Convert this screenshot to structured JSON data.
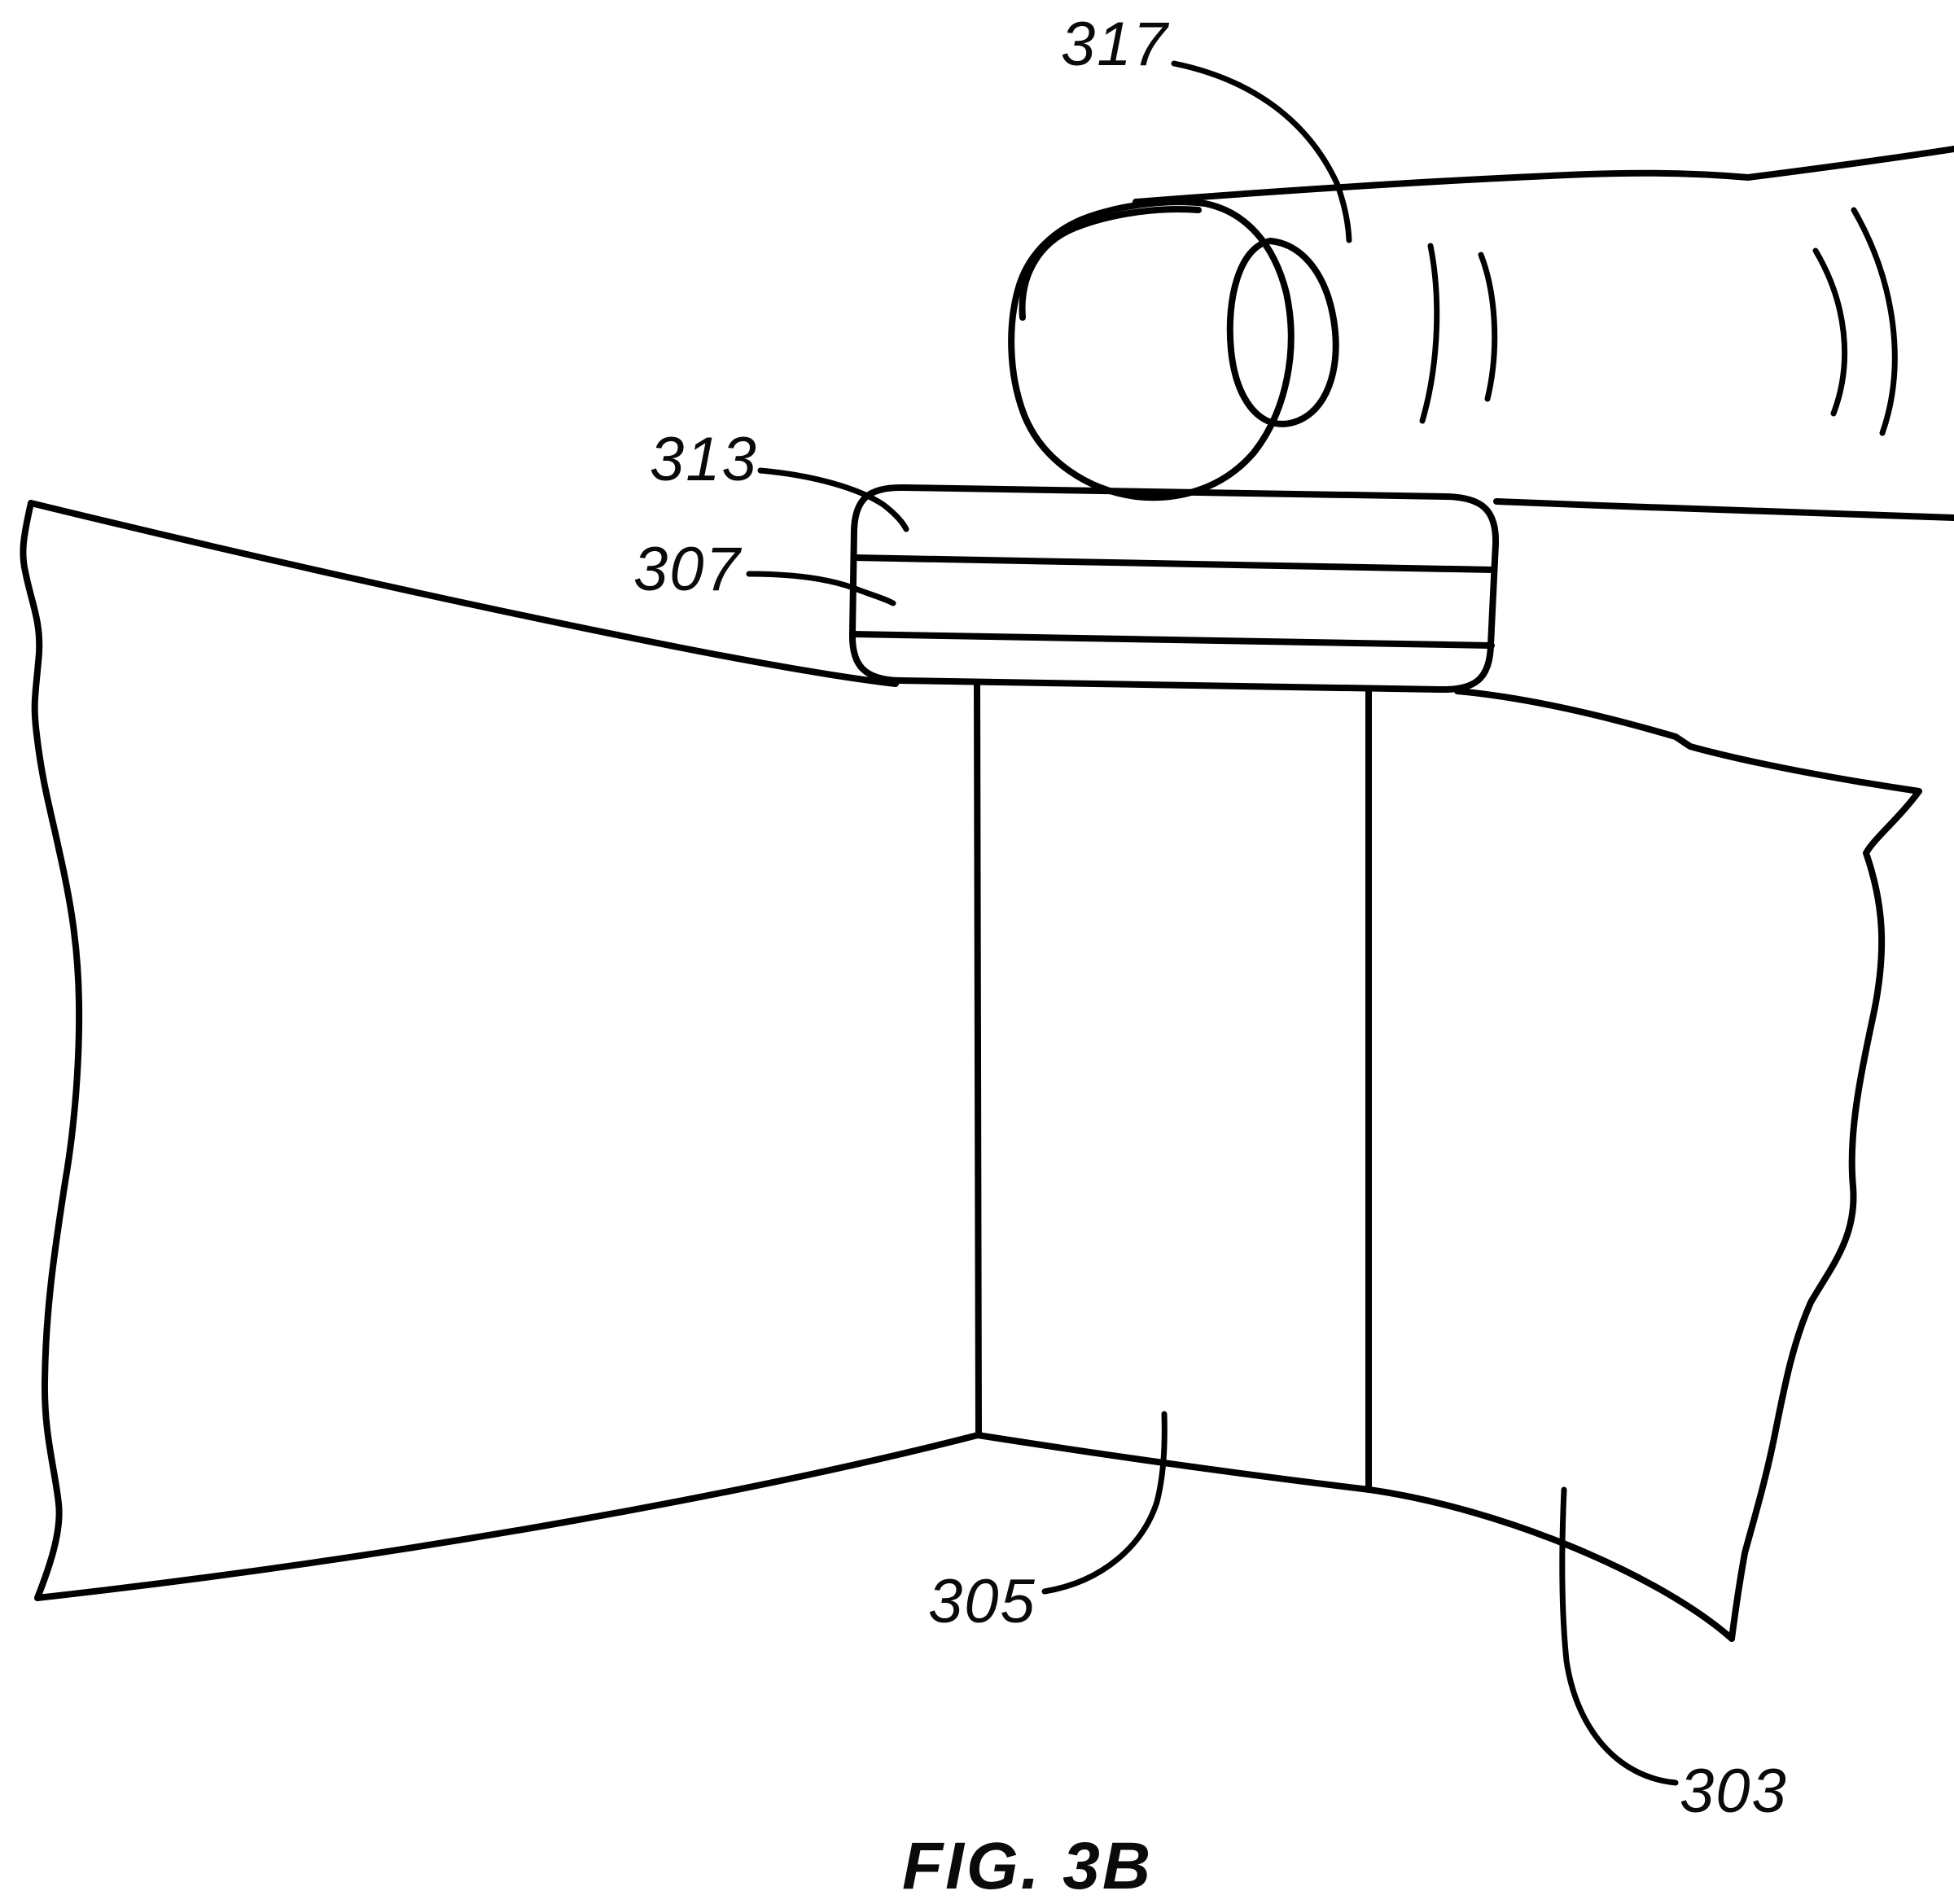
{
  "figure": {
    "caption": "FIG. 3B",
    "reference_labels": [
      {
        "id": "317",
        "text": "317",
        "points_to": "fingertip"
      },
      {
        "id": "313",
        "text": "313",
        "points_to": "device-top-layer"
      },
      {
        "id": "307",
        "text": "307",
        "points_to": "device-middle-layer"
      },
      {
        "id": "305",
        "text": "305",
        "points_to": "strap"
      },
      {
        "id": "303",
        "text": "303",
        "points_to": "wrist"
      }
    ]
  },
  "colors": {
    "ink": "#000000",
    "background": "#ffffff"
  }
}
